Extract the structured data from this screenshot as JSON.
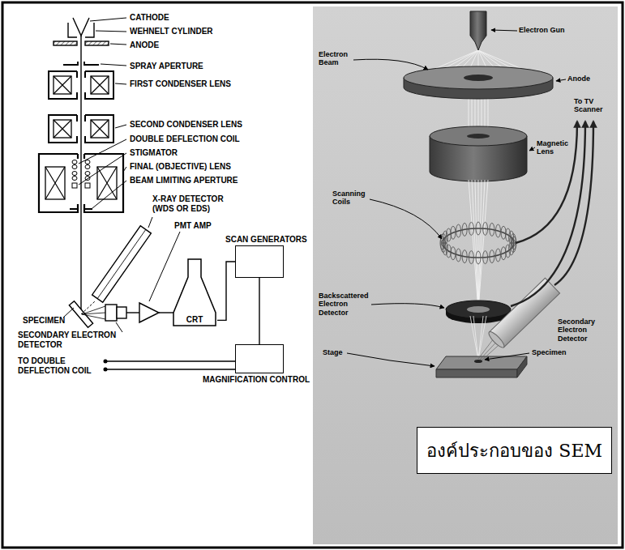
{
  "diagram": {
    "caption": "องค์ประกอบของ SEM",
    "nodes": [
      {
        "text": [
          "CRT"
        ]
      },
      {
        "text": [
          "SCAN GENERATORS"
        ]
      },
      {
        "text": [
          "MAGNIFICATION CONTROL"
        ]
      }
    ],
    "edges": [
      {
        "from": 0,
        "to": 1,
        "arrow": "none"
      },
      {
        "from": 1,
        "to": 2,
        "arrow": "none"
      }
    ],
    "labels": [
      "CATHODE",
      "WEHNELT CYLINDER",
      "ANODE",
      "SPRAY APERTURE",
      "FIRST CONDENSER LENS",
      "SECOND CONDENSER LENS",
      "DOUBLE DEFLECTION COIL",
      "STIGMATOR",
      "FINAL (OBJECTIVE) LENS",
      "BEAM LIMITING APERTURE",
      "X-RAY DETECTOR (WDS OR EDS)",
      "PMT AMP",
      "SPECIMEN",
      "SECONDARY ELECTRON DETECTOR",
      "TO DOUBLE DEFLECTION COIL",
      "Electron Beam",
      "Electron Gun",
      "Anode",
      "Magnetic Lens",
      "To TV Scanner",
      "Scanning Coils",
      "Backscattered Electron Detector",
      "Secondary Electron Detector",
      "Stage",
      "Specimen"
    ]
  }
}
